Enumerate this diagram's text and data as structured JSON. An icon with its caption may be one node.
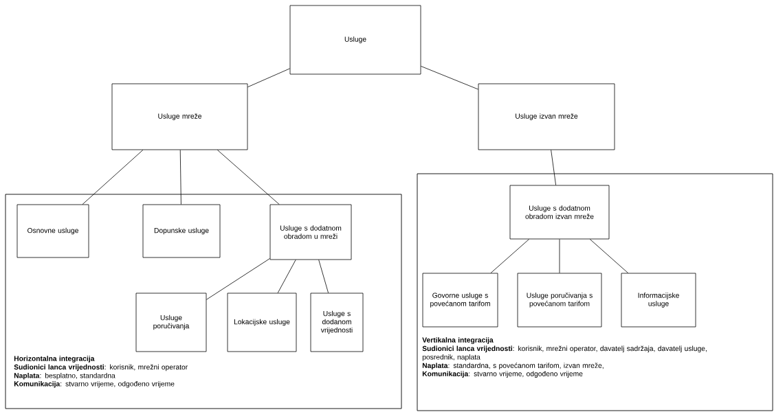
{
  "diagram": {
    "nodes": [
      {
        "text": [
          "Usluge"
        ]
      },
      {
        "text": [
          "Usluge mreže"
        ]
      },
      {
        "text": [
          "Usluge izvan mreže"
        ]
      },
      {
        "text": [
          "Horizontalna integracija",
          "**Sudionici lanca vrijednosti**: korisnik, mrežni operator",
          "**Naplata**: besplatno, standardna",
          "**Komunikacija**: stvarno vrijeme, odgođeno vrijeme"
        ]
      },
      {
        "text": [
          "Osnovne usluge"
        ],
        "in": 3
      },
      {
        "text": [
          "Dopunske usluge"
        ],
        "in": 3
      },
      {
        "text": [
          "Usluge s dodatnom obradom u mreži"
        ],
        "in": 3
      },
      {
        "text": [
          "Usluge poručivanja"
        ],
        "in": 3
      },
      {
        "text": [
          "Lokacijske usluge"
        ],
        "in": 3
      },
      {
        "text": [
          "Usluge s dodanom vrijednosti"
        ],
        "in": 3
      },
      {
        "text": [
          "Vertikalna integracija",
          "**Sudionici lanca vrijednosti**: korisnik, mrežni operator, davatelj sadržaja, davatelj usluge, posrednik, naplata",
          "**Naplata**: standardna, s povećanom tarifom, izvan mreže,",
          "**Komunikacija**: stvarno vrijeme, odgođeno vrijeme"
        ]
      },
      {
        "text": [
          "Usluge s dodatnom obradom izvan mreže"
        ],
        "in": 10
      },
      {
        "text": [
          "Govorne usluge s povećanom tarifom"
        ],
        "in": 10
      },
      {
        "text": [
          "Usluge poručivanja s povećanom tarifom"
        ],
        "in": 10
      },
      {
        "text": [
          "Informacijske usluge"
        ],
        "in": 10
      }
    ],
    "edges": [
      {
        "from": 0,
        "to": 1,
        "arrow": "none"
      },
      {
        "from": 0,
        "to": 2,
        "arrow": "none"
      },
      {
        "from": 1,
        "to": 4,
        "arrow": "none"
      },
      {
        "from": 1,
        "to": 5,
        "arrow": "none"
      },
      {
        "from": 1,
        "to": 6,
        "arrow": "none"
      },
      {
        "from": 6,
        "to": 7,
        "arrow": "none"
      },
      {
        "from": 6,
        "to": 8,
        "arrow": "none"
      },
      {
        "from": 6,
        "to": 9,
        "arrow": "none"
      },
      {
        "from": 2,
        "to": 11,
        "arrow": "none"
      },
      {
        "from": 11,
        "to": 12,
        "arrow": "none"
      },
      {
        "from": 11,
        "to": 13,
        "arrow": "none"
      },
      {
        "from": 11,
        "to": 14,
        "arrow": "none"
      }
    ]
  }
}
